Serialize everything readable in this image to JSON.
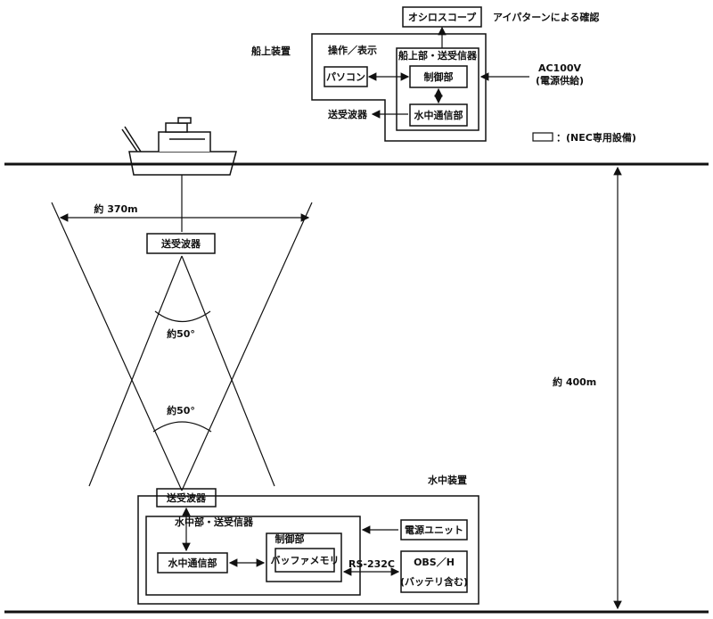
{
  "shipboard": {
    "title": "船上装置",
    "oscilloscope": "オシロスコープ",
    "eye_pattern_note": "アイパターンによる確認",
    "operation_display": "操作／表示",
    "transceiver_title": "船上部・送受信器",
    "pc": "パソコン",
    "control": "制御部",
    "underwater_comm": "水中通信部",
    "transducer": "送受波器",
    "power": "AC100V\n(電源供給)",
    "legend": "：(NEC専用設備)"
  },
  "survey": {
    "width_label": "約 370m",
    "depth_label": "約 400m",
    "upper_transducer": "送受波器",
    "upper_angle": "約50°",
    "lower_angle": "約50°"
  },
  "underwater": {
    "title": "水中装置",
    "transducer": "送受波器",
    "transceiver_title": "水中部・送受信器",
    "comm": "水中通信部",
    "control": "制御部",
    "buffer": "バッファメモリ",
    "rs232c": "RS-232C",
    "power_unit": "電源ユニット",
    "obs": "OBS／H",
    "battery": "(バッテリ含む)"
  }
}
